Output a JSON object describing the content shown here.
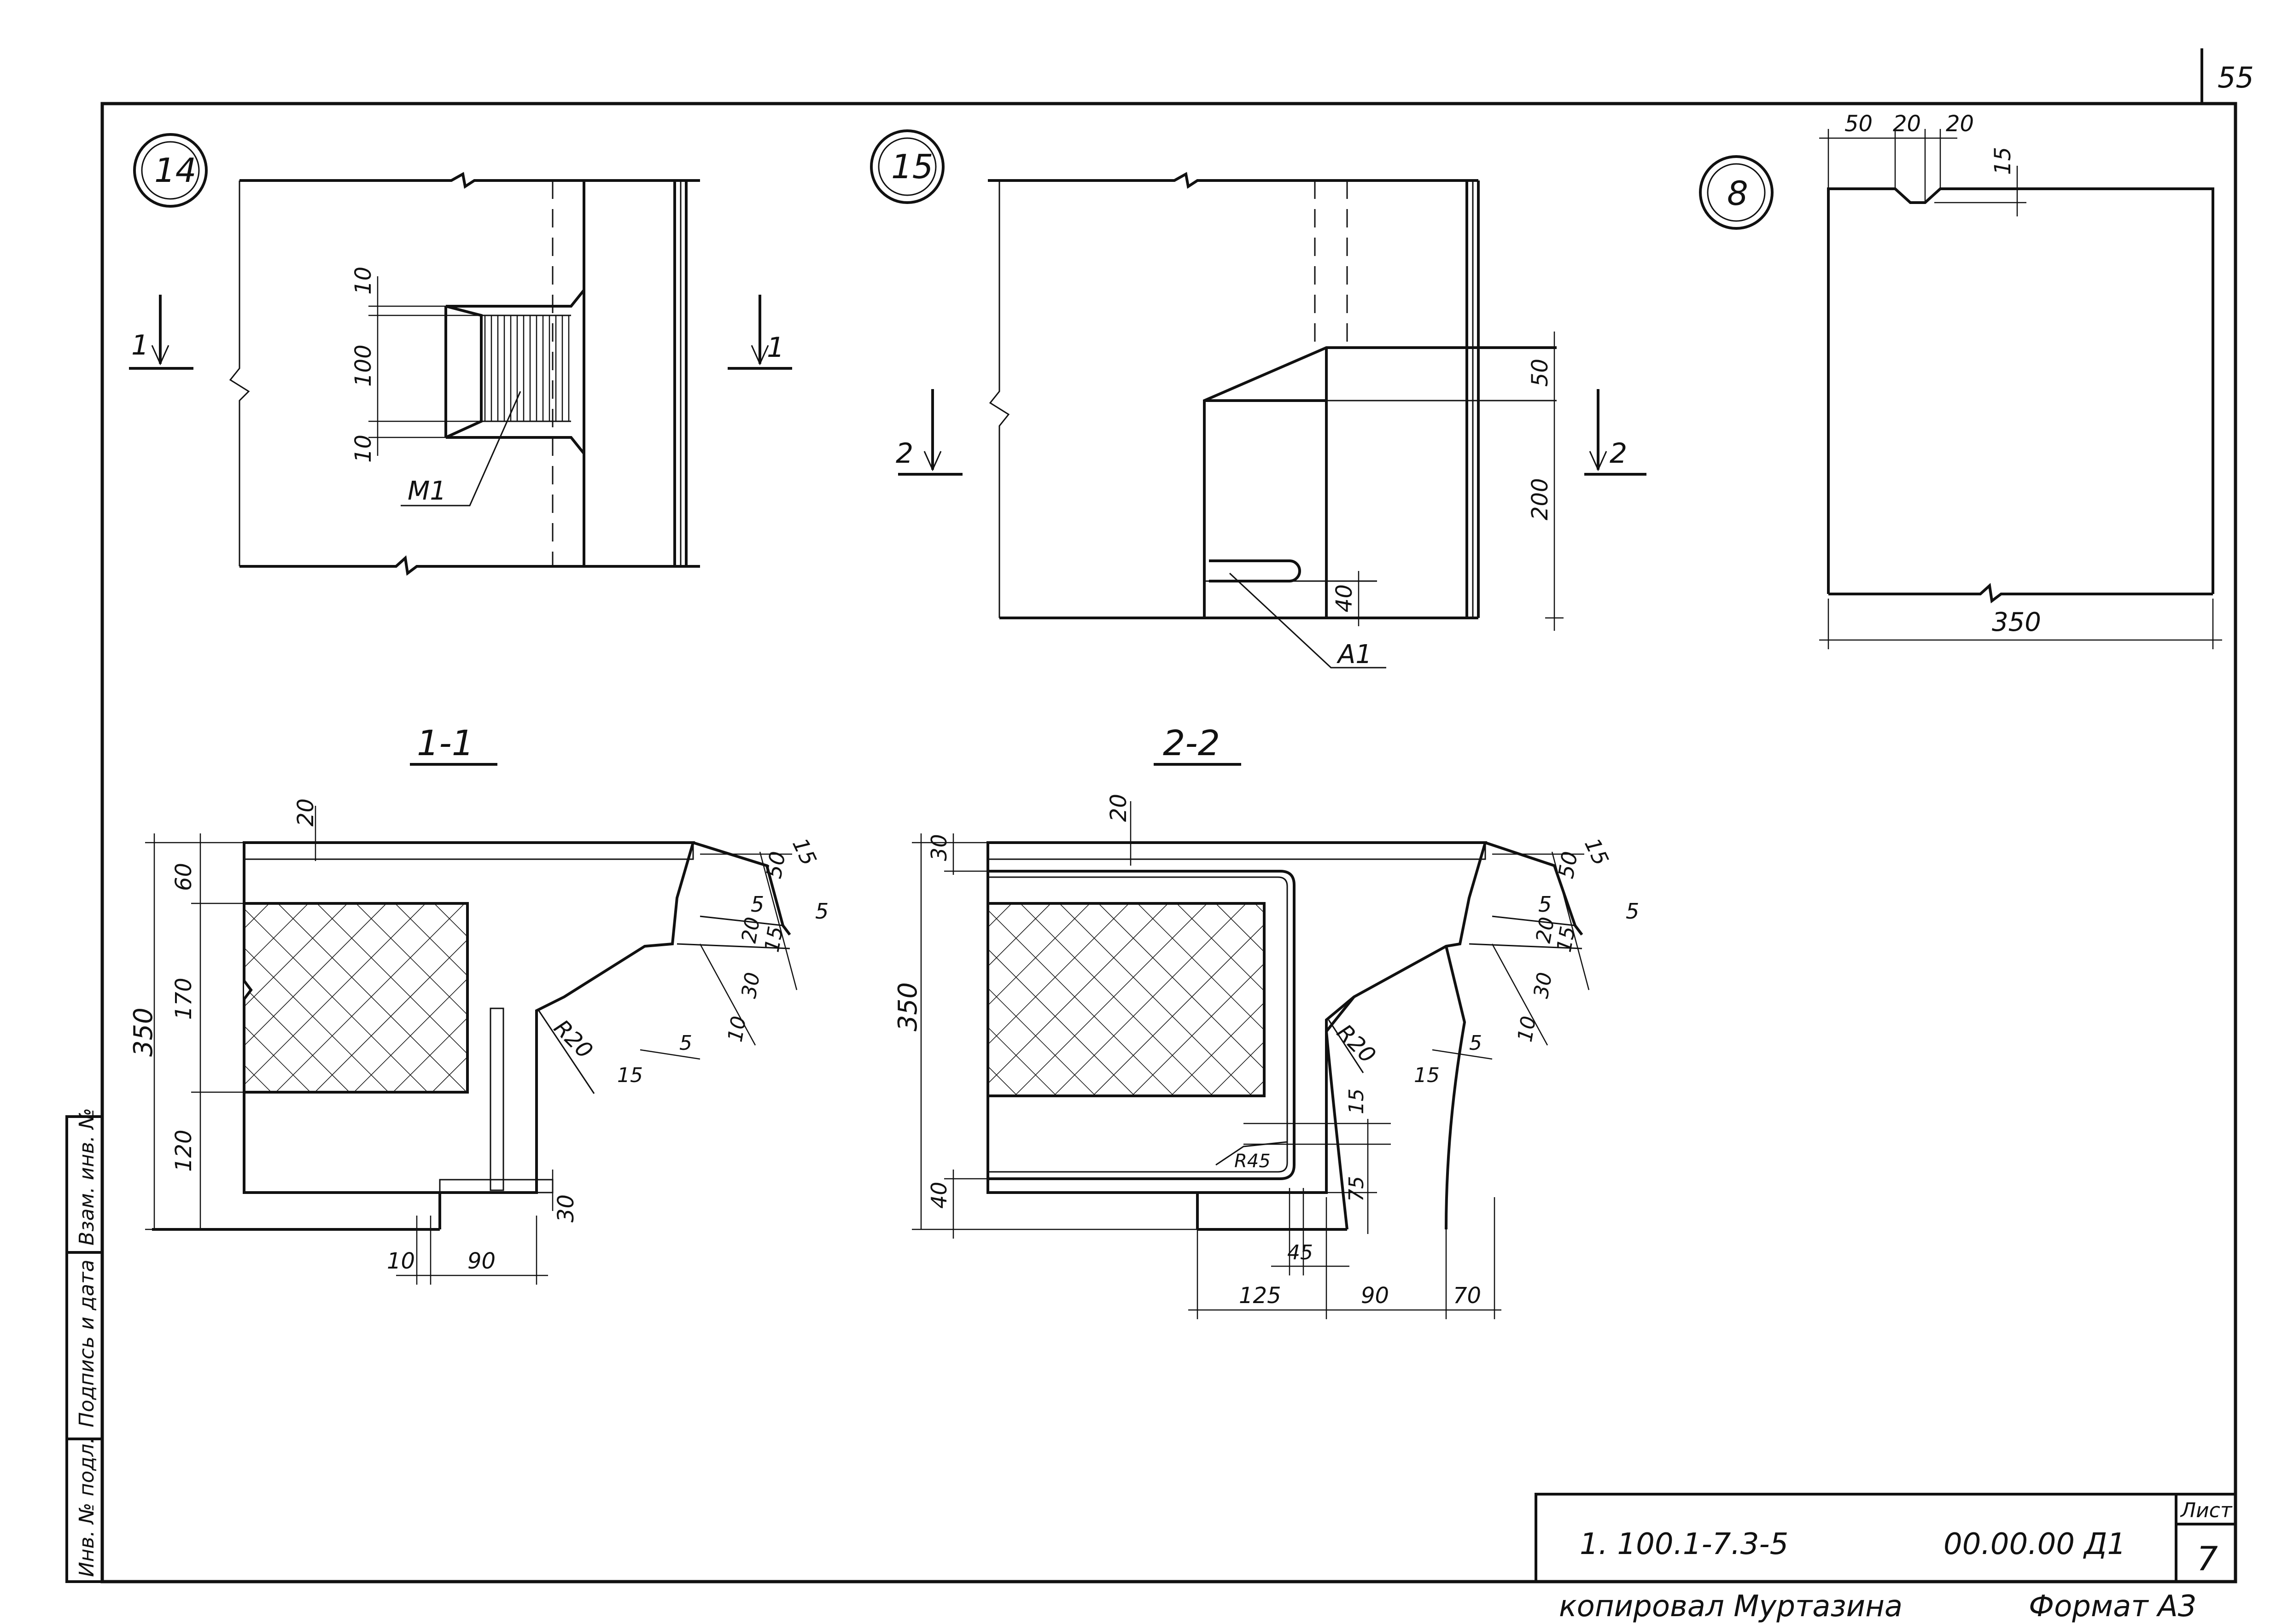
{
  "sheet": {
    "page_number": "55",
    "designation": "1. 100.1-7.3-5",
    "code": "00.00.00 Д1",
    "list_label": "Лист",
    "list_number": "7",
    "copied_by": "копировал Муртазина",
    "format": "Формат А3",
    "side_stamp": [
      "Инв. № подл.",
      "Подпись и дата",
      "Взам. инв. №"
    ]
  },
  "callouts": [
    "14",
    "15",
    "8"
  ],
  "section_titles": [
    "1-1",
    "2-2"
  ],
  "section_marks": [
    "1",
    "1",
    "2",
    "2"
  ],
  "labels": {
    "m1": "М1",
    "a1": "А1",
    "r20_a": "R20",
    "r20_b": "R20",
    "r45": "R45"
  },
  "dims": {
    "v14": [
      "10",
      "100",
      "10"
    ],
    "v15": [
      "50",
      "200",
      "40"
    ],
    "v8_top": [
      "50",
      "20",
      "20",
      "15"
    ],
    "v8_bottom": "350",
    "s1_left": [
      "350",
      "60",
      "170",
      "120"
    ],
    "s1_top": "20",
    "s1_right": [
      "15",
      "50",
      "5",
      "5",
      "20",
      "15",
      "30",
      "10",
      "5",
      "15"
    ],
    "s1_bottom": [
      "10",
      "90",
      "30"
    ],
    "s2_left": [
      "350",
      "30",
      "40"
    ],
    "s2_top": "20",
    "s2_right": [
      "15",
      "50",
      "5",
      "5",
      "20",
      "15",
      "30",
      "10",
      "5",
      "15"
    ],
    "s2_inner": [
      "15",
      "75",
      "45"
    ],
    "s2_bottom": [
      "125",
      "90",
      "70"
    ]
  },
  "colors": {
    "ink": "#111111",
    "paper": "#ffffff"
  }
}
